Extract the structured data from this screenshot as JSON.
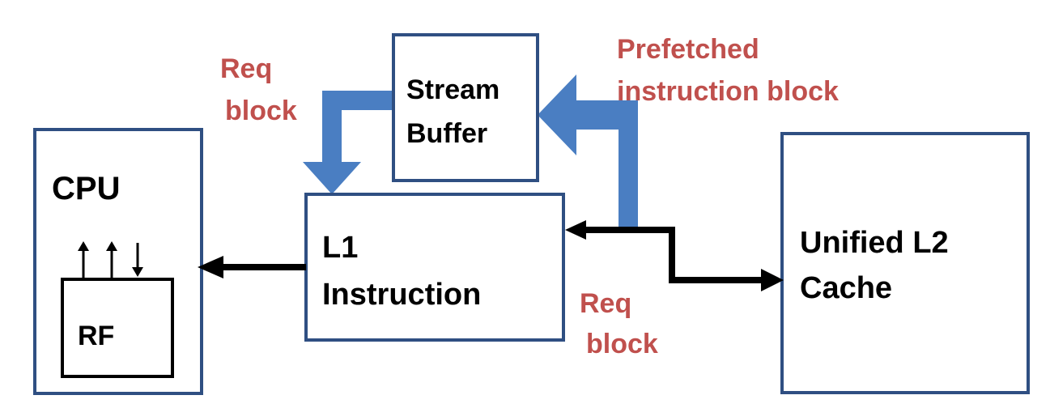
{
  "blocks": {
    "cpu": "CPU",
    "rf": "RF",
    "l1": [
      "L1",
      "Instruction"
    ],
    "stream_buffer": [
      "Stream",
      "Buffer"
    ],
    "l2": [
      "Unified L2",
      "Cache"
    ]
  },
  "labels": {
    "req_top": [
      "Req",
      "block"
    ],
    "prefetched": [
      "Prefetched",
      "instruction block"
    ],
    "req_bottom": [
      "Req",
      "block"
    ]
  },
  "colors": {
    "box_border": "#2f4f82",
    "blue_arrow": "#4a7ec2",
    "label_red": "#c0504d",
    "line_black": "#000000"
  }
}
